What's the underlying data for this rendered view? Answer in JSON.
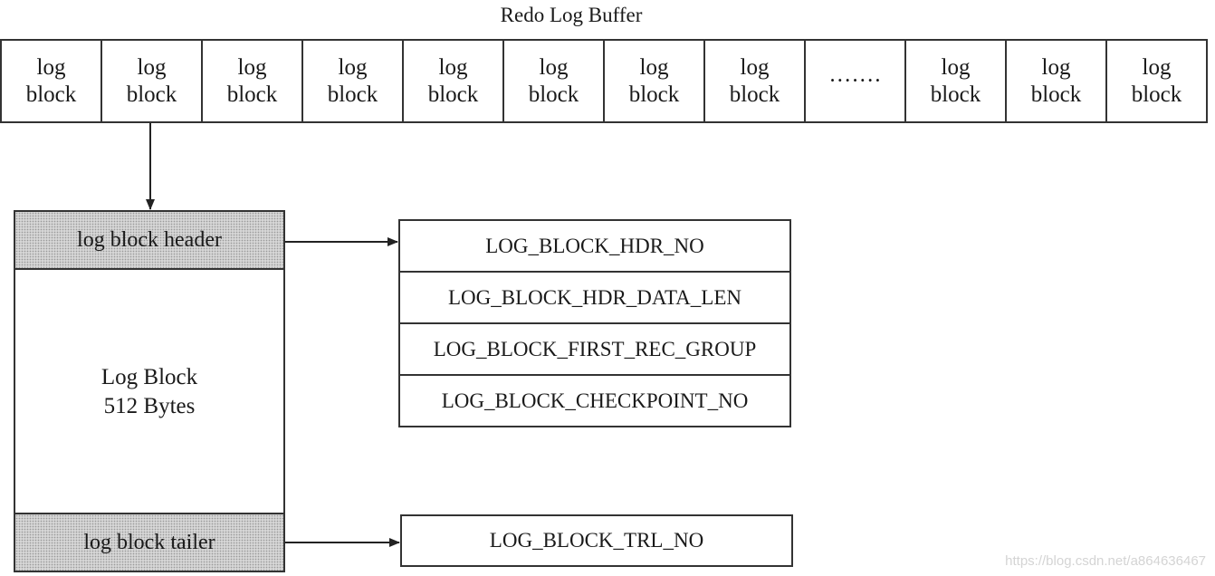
{
  "title": "Redo Log Buffer",
  "buffer_cells": [
    {
      "line1": "log",
      "line2": "block"
    },
    {
      "line1": "log",
      "line2": "block"
    },
    {
      "line1": "log",
      "line2": "block"
    },
    {
      "line1": "log",
      "line2": "block"
    },
    {
      "line1": "log",
      "line2": "block"
    },
    {
      "line1": "log",
      "line2": "block"
    },
    {
      "line1": "log",
      "line2": "block"
    },
    {
      "line1": "log",
      "line2": "block"
    },
    {
      "line1": "·······",
      "line2": ""
    },
    {
      "line1": "log",
      "line2": "block"
    },
    {
      "line1": "log",
      "line2": "block"
    },
    {
      "line1": "log",
      "line2": "block"
    }
  ],
  "log_block": {
    "header_label": "log block header",
    "body_line1": "Log Block",
    "body_line2": "512 Bytes",
    "tailer_label": "log block tailer"
  },
  "header_fields": [
    "LOG_BLOCK_HDR_NO",
    "LOG_BLOCK_HDR_DATA_LEN",
    "LOG_BLOCK_FIRST_REC_GROUP",
    "LOG_BLOCK_CHECKPOINT_NO"
  ],
  "tailer_field": "LOG_BLOCK_TRL_NO",
  "watermark": "https://blog.csdn.net/a864636467"
}
